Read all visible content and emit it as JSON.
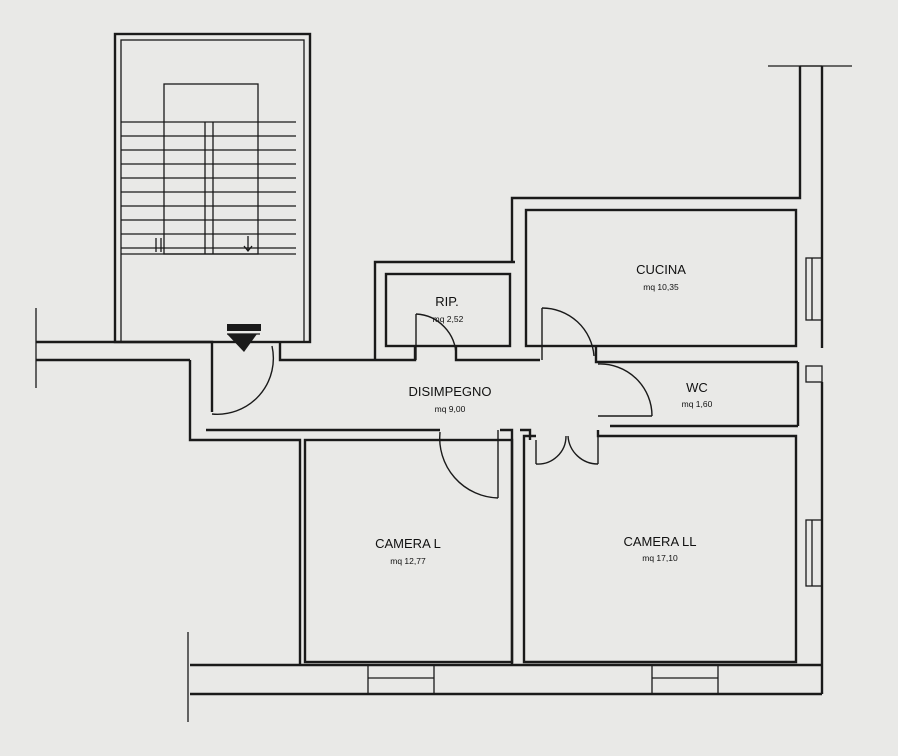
{
  "rooms": [
    {
      "id": "rip",
      "name": "RIP.",
      "area": "mq 2,52"
    },
    {
      "id": "cucina",
      "name": "CUCINA",
      "area": "mq 10,35"
    },
    {
      "id": "disimpegno",
      "name": "DISIMPEGNO",
      "area": "mq 9,00"
    },
    {
      "id": "wc",
      "name": "WC",
      "area": "mq 1,60"
    },
    {
      "id": "camera-l",
      "name": "CAMERA L",
      "area": "mq 12,77"
    },
    {
      "id": "camera-ll",
      "name": "CAMERA LL",
      "area": "mq 17,10"
    }
  ],
  "colors": {
    "paper": "#e9e9e7",
    "ink": "#1a1a1a"
  }
}
